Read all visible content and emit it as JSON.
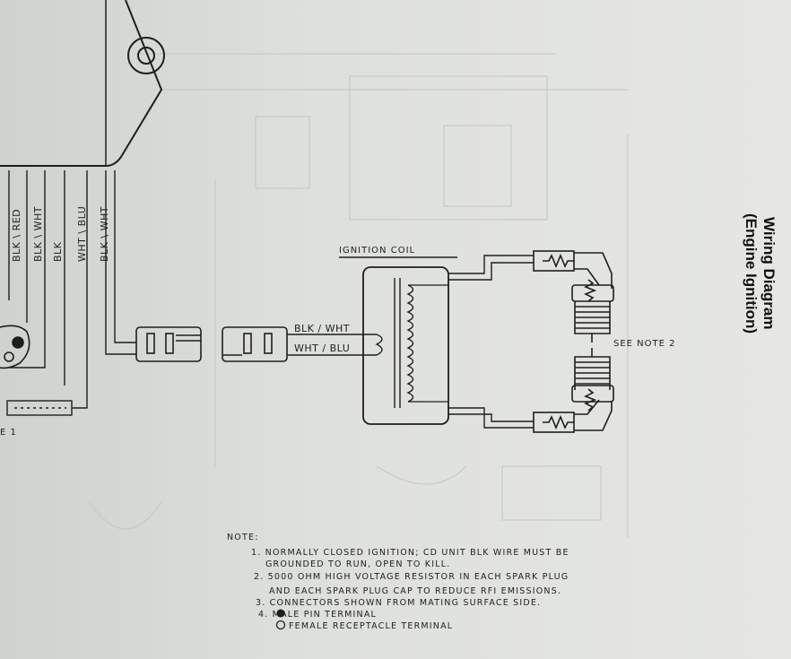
{
  "title": {
    "line1": "Wiring Diagram",
    "line2": "(Engine Ignition)"
  },
  "ignition_coil_label": "IGNITION COIL",
  "see_note": "SEE NOTE 2",
  "partial_label": "E 1",
  "wires": [
    {
      "label": "BLK \\ RED"
    },
    {
      "label": "BLK \\ WHT"
    },
    {
      "label": "BLK"
    },
    {
      "label": "WHT \\ BLU"
    },
    {
      "label": "BLK \\ WHT"
    }
  ],
  "coil_wires": {
    "upper": "BLK / WHT",
    "lower": "WHT / BLU"
  },
  "notes": {
    "heading": "NOTE:",
    "items": [
      "1. NORMALLY CLOSED IGNITION; CD UNIT BLK WIRE MUST BE",
      "GROUNDED TO RUN, OPEN TO KILL.",
      "2. 5000 OHM HIGH VOLTAGE RESISTOR IN EACH SPARK PLUG",
      "AND EACH SPARK PLUG CAP   TO REDUCE RFI EMISSIONS.",
      "3. CONNECTORS SHOWN FROM MATING  SURFACE SIDE.",
      "4.    MALE  PIN  TERMINAL",
      "FEMALE RECEPTACLE TERMINAL"
    ]
  }
}
